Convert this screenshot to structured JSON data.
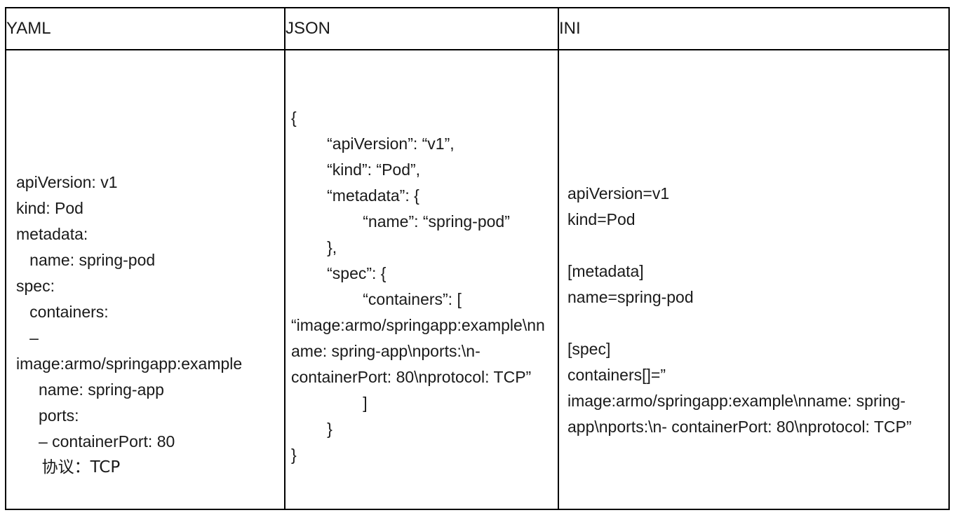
{
  "table": {
    "columns": [
      {
        "id": "yaml",
        "header": "YAML"
      },
      {
        "id": "json",
        "header": "JSON"
      },
      {
        "id": "ini",
        "header": "INI"
      }
    ],
    "cells": {
      "yaml": "apiVersion: v1\nkind: Pod\nmetadata:\n   name: spring-pod\nspec:\n   containers:\n   –\nimage:armo/springapp:example\n     name: spring-app\n     ports:\n     – containerPort: 80\n     协议：TCP",
      "json": "{\n        “apiVersion”: “v1”,\n        “kind”: “Pod”,\n        “metadata”: {\n                “name”: “spring-pod”\n        },\n        “spec”: {\n                “containers”: [\n“image:armo/springapp:example\\nname: spring-app\\nports:\\n- containerPort: 80\\nprotocol: TCP”\n                ]\n        }\n}",
      "ini": "apiVersion=v1\nkind=Pod\n\n[metadata]\nname=spring-pod\n\n[spec]\ncontainers[]=”\nimage:armo/springapp:example\\nname: spring-app\\nports:\\n- containerPort: 80\\nprotocol: TCP”"
    },
    "yaml_lines": [
      "apiVersion: v1",
      "kind: Pod",
      "metadata:",
      "   name: spring-pod",
      "spec:",
      "   containers:",
      "   –",
      "image:armo/springapp:example",
      "     name: spring-app",
      "     ports:",
      "     – containerPort: 80",
      "     协议：TCP"
    ],
    "json_lines": [
      "{",
      "        “apiVersion”: “v1”,",
      "        “kind”: “Pod”,",
      "        “metadata”: {",
      "                “name”: “spring-pod”",
      "        },",
      "        “spec”: {",
      "                “containers”: [",
      "“image:armo/springapp:example\\nname: spring-app\\nports:\\n- containerPort: 80\\nprotocol: TCP”",
      "                ]",
      "        }",
      "}"
    ],
    "ini_lines": [
      "apiVersion=v1",
      "kind=Pod",
      "",
      "[metadata]",
      "name=spring-pod",
      "",
      "[spec]",
      "containers[]=”",
      "image:armo/springapp:example\\nname: spring-app\\nports:\\n- containerPort: 80\\nprotocol: TCP”"
    ]
  },
  "style": {
    "border_color": "#000000",
    "text_color": "#1a1a1a",
    "background": "#ffffff"
  }
}
